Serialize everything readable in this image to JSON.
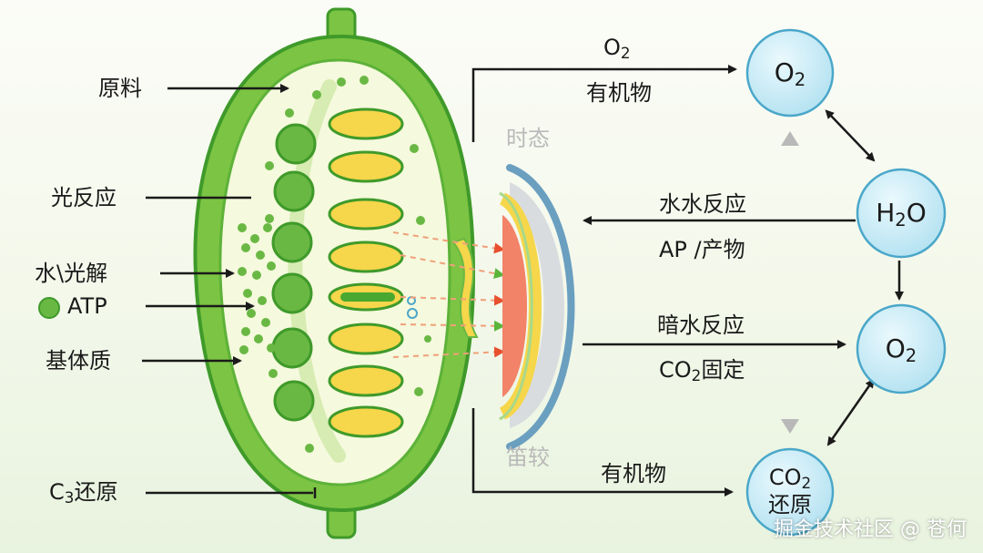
{
  "left_labels": {
    "raw_material": "原料",
    "light_reaction": "光反应",
    "water_photolysis": "水\\光解",
    "atp": "ATP",
    "stroma": "基体质",
    "c3_reduction_prefix": "C",
    "c3_reduction_sub": "3",
    "c3_reduction_suffix": "还原"
  },
  "membrane_labels": {
    "top": "时态",
    "bottom": "笛较"
  },
  "flow_labels": {
    "top_formula_prefix": "O",
    "top_formula_sub": "2",
    "top_text": "有机物",
    "mid_top": "水水反应",
    "mid_bottom": "AP /产物",
    "dark_reaction": "暗水反应",
    "co2_fix_prefix": "CO",
    "co2_fix_sub": "2",
    "co2_fix_suffix": "固定",
    "bottom_text": "有机物"
  },
  "nodes": {
    "o2_top": {
      "prefix": "O",
      "sub": "2"
    },
    "h2o": {
      "prefix": "H",
      "sub": "2",
      "suffix": "O"
    },
    "o2_mid": {
      "prefix": "O",
      "sub": "2"
    },
    "co2_bottom": {
      "prefix": "CO",
      "sub": "2",
      "line2": "还原"
    }
  },
  "watermark": "掘金技术社区 @ 苍何",
  "colors": {
    "chloroplast_outer": "#7cc443",
    "chloroplast_stroke": "#3f9a2a",
    "stroma": "#f5f9dd",
    "granum": "#6ab844",
    "thylakoid": "#f6d64a",
    "node_fill": "#c9ecf7",
    "node_stroke": "#4aa7c9",
    "membrane_blue": "#6a9fc0",
    "membrane_red": "#f28268",
    "arrow": "#1a1a1a"
  }
}
